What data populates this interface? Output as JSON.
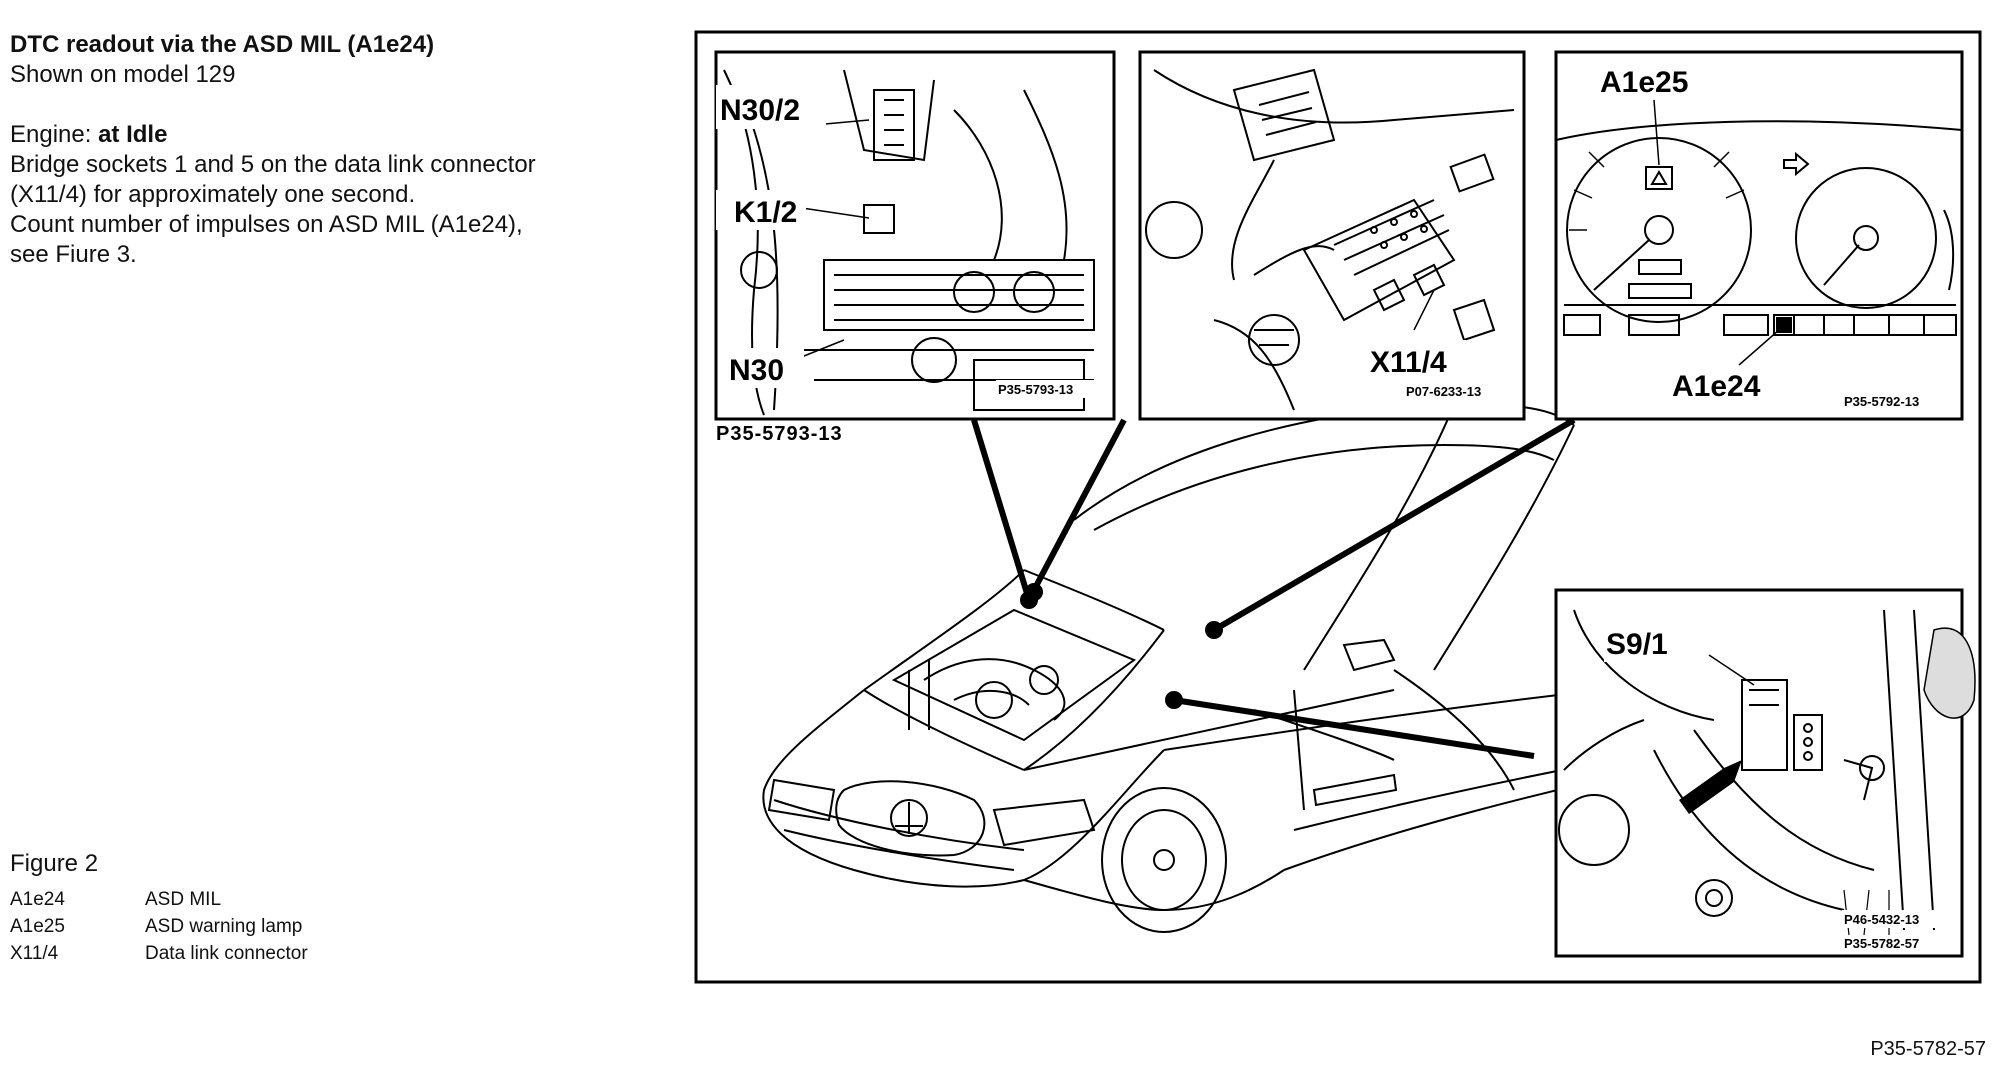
{
  "header": {
    "title": "DTC readout via the ASD MIL (A1e24)",
    "subtitle": "Shown on model 129"
  },
  "instructions": {
    "engine_label": "Engine:",
    "engine_state": "at Idle",
    "lines": [
      "Bridge sockets 1 and 5 on the data link connector",
      "(X11/4) for approximately one second.",
      "Count number of impulses on ASD MIL (A1e24),",
      "see Fiure 3."
    ]
  },
  "legend": {
    "figure_title": "Figure 2",
    "items": [
      {
        "code": "A1e24",
        "desc": "ASD MIL"
      },
      {
        "code": "A1e25",
        "desc": "ASD warning lamp"
      },
      {
        "code": "X11/4",
        "desc": "Data link connector"
      }
    ]
  },
  "diagram": {
    "inset_engine": {
      "labels": [
        "N30/2",
        "K1/2",
        "N30"
      ],
      "ref_inner": "P35-5793-13",
      "ref_outer": "P35-5793-13"
    },
    "inset_connector": {
      "label": "X11/4",
      "ref": "P07-6233-13"
    },
    "inset_cluster": {
      "label_top": "A1e25",
      "label_bottom": "A1e24",
      "ref": "P35-5792-13"
    },
    "inset_switch": {
      "label": "S9/1",
      "ref": "P46-5432-13"
    },
    "frame_ref": "P35-5782-57"
  },
  "footer": {
    "ref": "P35-5782-57"
  }
}
